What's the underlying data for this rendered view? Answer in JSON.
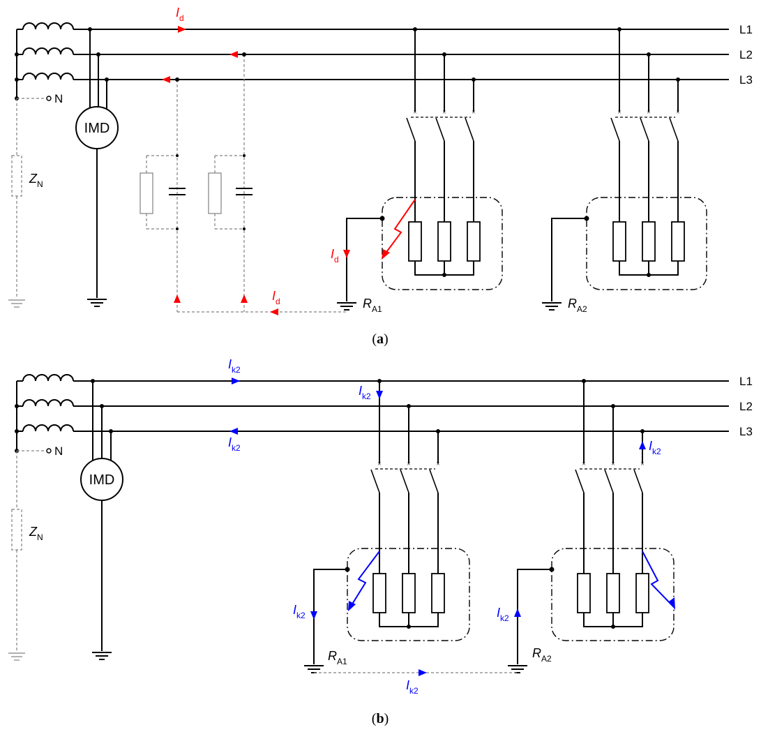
{
  "colors": {
    "fault_a": "#ff0000",
    "fault_b": "#0000ff"
  },
  "lines": [
    "L1",
    "L2",
    "L3"
  ],
  "neutral_label": "N",
  "imd_label": "IMD",
  "impedance": {
    "main": "Z",
    "sub": "N"
  },
  "panel_a": {
    "caption_bold": "a",
    "current": {
      "main": "I",
      "sub": "d"
    },
    "earth1": {
      "main": "R",
      "sub": "A1"
    },
    "earth2": {
      "main": "R",
      "sub": "A2"
    }
  },
  "panel_b": {
    "caption_bold": "b",
    "current": {
      "main": "I",
      "sub": "k2"
    },
    "earth1": {
      "main": "R",
      "sub": "A1"
    },
    "earth2": {
      "main": "R",
      "sub": "A2"
    }
  }
}
